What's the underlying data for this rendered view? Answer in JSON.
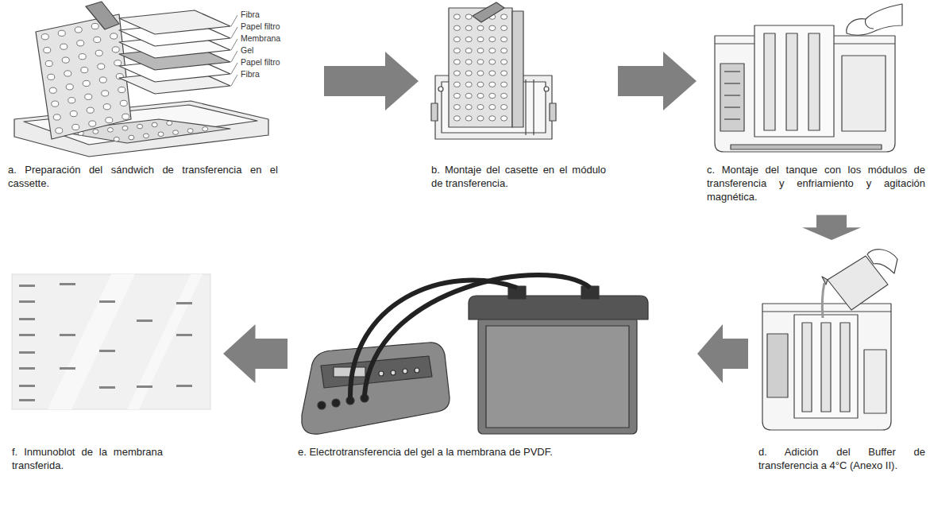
{
  "diagram": {
    "nodes": [
      {
        "text": [
          "a. Preparación del sándwich de transferencia en el cassette."
        ]
      },
      {
        "text": [
          "b. Montaje del casette en el módulo de transferencia."
        ]
      },
      {
        "text": [
          "c. Montaje del tanque con los módulos de transferencia y enfriamiento y agitación magnética."
        ]
      },
      {
        "text": [
          "d. Adición del Buffer de transferencia a 4°C (Anexo II)."
        ]
      },
      {
        "text": [
          "e. Electrotransferencia del gel a la membrana de PVDF."
        ]
      },
      {
        "text": [
          "f. Inmunoblot de la membrana transferida."
        ]
      }
    ],
    "edges": [
      {
        "from": 0,
        "to": 1,
        "arrow": "to"
      },
      {
        "from": 1,
        "to": 2,
        "arrow": "to"
      },
      {
        "from": 2,
        "to": 3,
        "arrow": "to"
      },
      {
        "from": 3,
        "to": 4,
        "arrow": "to"
      },
      {
        "from": 4,
        "to": 5,
        "arrow": "to"
      }
    ],
    "labels": [
      "Fibra",
      "Papel filtro",
      "Membrana",
      "Gel",
      "Papel filtro",
      "Fibra"
    ]
  }
}
